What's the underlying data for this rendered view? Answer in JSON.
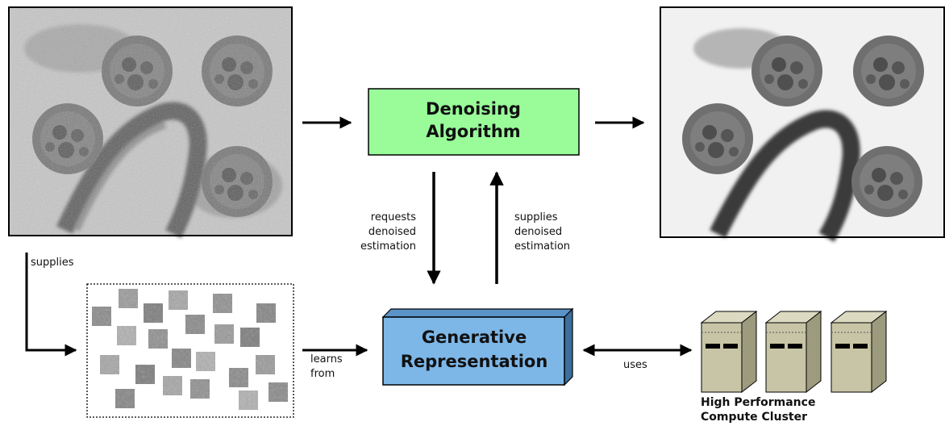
{
  "nodes": {
    "denoising": {
      "line1": "Denoising",
      "line2": "Algorithm",
      "color": "#99fc99"
    },
    "generative": {
      "line1": "Generative",
      "line2": "Representation",
      "color": "#7db7e8"
    },
    "cluster": {
      "line1": "High Performance",
      "line2": "Compute Cluster",
      "server_color": "#c7c5a6"
    }
  },
  "edges": {
    "supplies": "supplies",
    "requests": [
      "requests",
      "denoised",
      "estimation"
    ],
    "supplies_est": [
      "supplies",
      "denoised",
      "estimation"
    ],
    "learns": [
      "learns",
      "from"
    ],
    "uses": "uses"
  },
  "images": {
    "input": "noisy micrograph",
    "output": "denoised micrograph",
    "patches": "image patches"
  }
}
